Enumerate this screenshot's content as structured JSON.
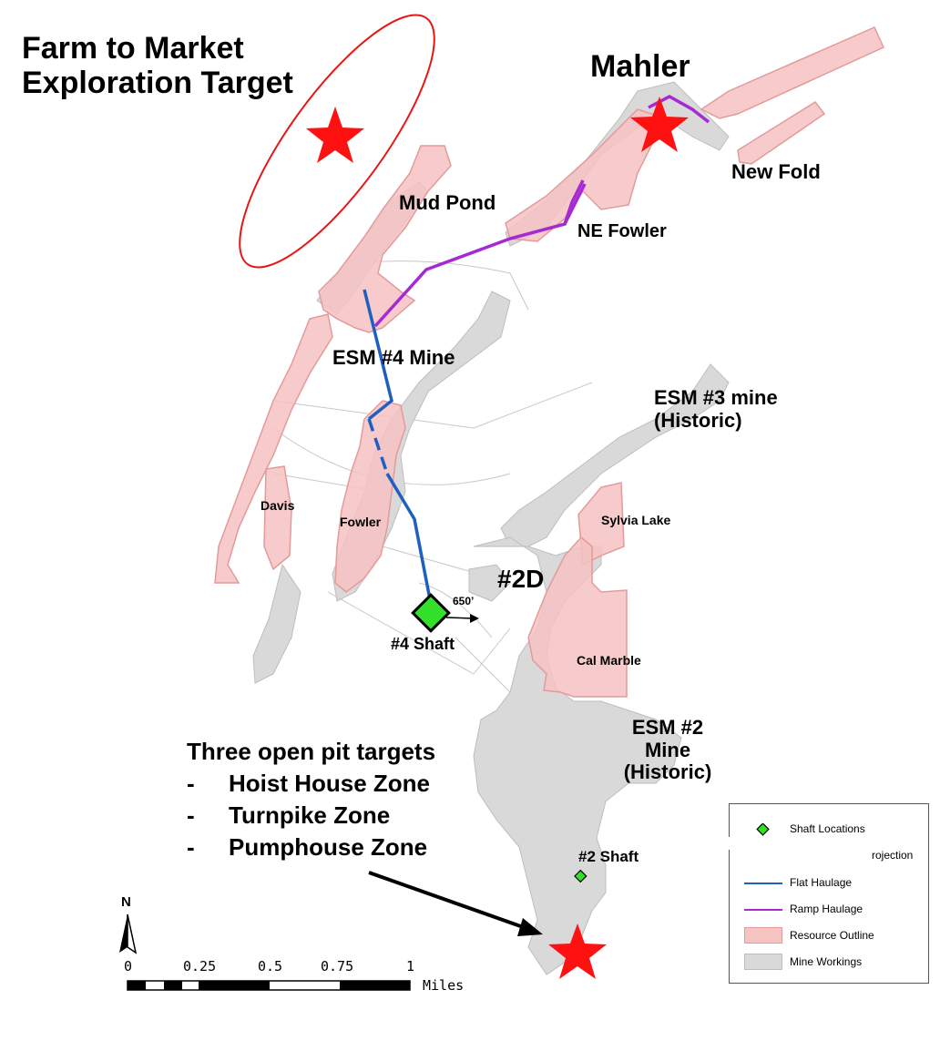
{
  "title": {
    "line1": "Farm to Market",
    "line2": "Exploration Target"
  },
  "places": {
    "mahler": "Mahler",
    "new_fold": "New Fold",
    "mud_pond": "Mud Pond",
    "ne_fowler": "NE Fowler",
    "esm4": "ESM #4 Mine",
    "esm3_line1": "ESM #3 mine",
    "esm3_line2": "(Historic)",
    "davis": "Davis",
    "fowler": "Fowler",
    "sylvia_lake": "Sylvia Lake",
    "zone_2d": "#2D",
    "dist_650": "650’",
    "shaft4": "#4 Shaft",
    "cal_marble": "Cal Marble",
    "esm2_line1": "ESM #2",
    "esm2_line2": "Mine",
    "esm2_line3": "(Historic)",
    "shaft2": "#2 Shaft"
  },
  "targets": {
    "heading": "Three open pit targets",
    "bullet": "-",
    "items": [
      "Hoist House Zone",
      "Turnpike Zone",
      "Pumphouse Zone"
    ]
  },
  "north_arrow": "N",
  "scale_bar": {
    "ticks": [
      "0",
      "0.25",
      "0.5",
      "0.75",
      "1"
    ],
    "unit": "Miles"
  },
  "legend": {
    "shaft_locations": "Shaft Locations",
    "projection_fragment": "rojection",
    "flat_haulage": "Flat Haulage",
    "ramp_haulage": "Ramp Haulage",
    "resource_outline": "Resource Outline",
    "mine_workings": "Mine Workings"
  },
  "colors": {
    "flat_haulage": "#1f5fc0",
    "ramp_haulage": "#a52ad4",
    "resource_fill": "#f6c2c2",
    "resource_stroke": "#e39a9a",
    "mine_workings": "#d9d9d9",
    "shaft_marker": "#34e02c",
    "target_star": "#ff1111",
    "target_ellipse": "#e81515"
  }
}
